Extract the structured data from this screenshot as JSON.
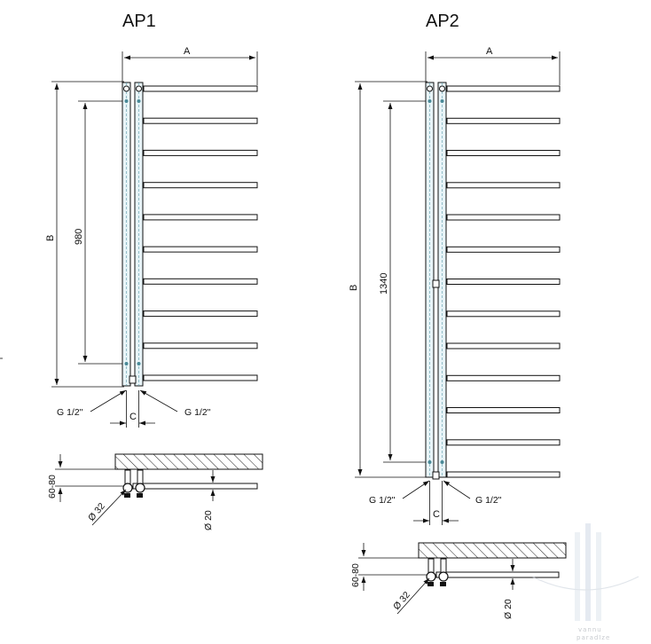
{
  "ap1": {
    "title": "AP1",
    "dim_a": "A",
    "dim_b": "B",
    "dim_inner": "980",
    "dim_c": "C",
    "conn_left": "G 1/2\"",
    "conn_right": "G 1/2\"",
    "wall_gap": "60-80",
    "pipe_dia": "Ø 32",
    "bar_dia": "Ø 20",
    "bar_count": 10
  },
  "ap2": {
    "title": "AP2",
    "dim_a": "A",
    "dim_b": "B",
    "dim_inner": "1340",
    "dim_c": "C",
    "conn_left": "G 1/2\"",
    "conn_right": "G 1/2\"",
    "wall_gap": "60-80",
    "pipe_dia": "Ø 32",
    "bar_dia": "Ø 20",
    "bar_count": 13
  },
  "watermark": {
    "line1": "vannu",
    "line2": "paradīze"
  },
  "colors": {
    "line": "#111111",
    "pipe_fill": "#e8f4f8",
    "hatch": "#222222"
  }
}
